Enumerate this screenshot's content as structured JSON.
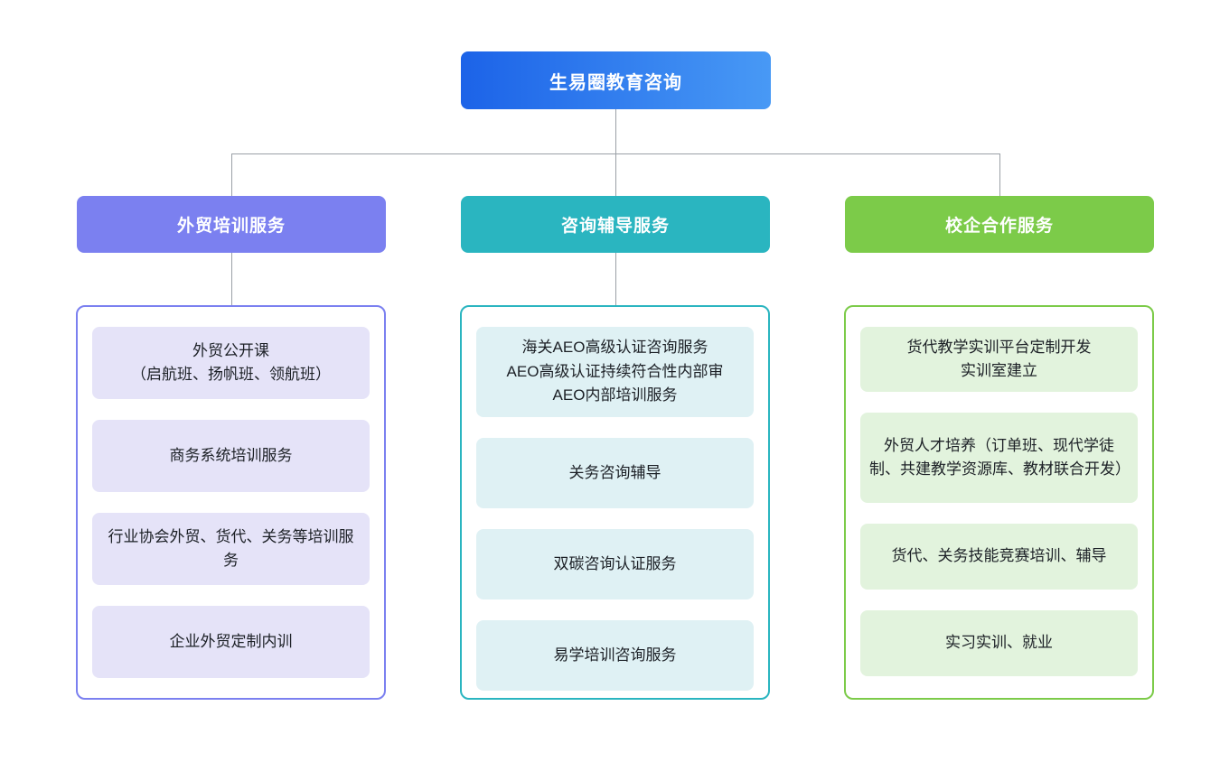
{
  "root": {
    "label": "生易圈教育咨询",
    "color_left": "#1c63e8",
    "color_right": "#4899f5"
  },
  "connectors": {
    "color": "#9aa0a6"
  },
  "branches": [
    {
      "label": "外贸培训服务",
      "color": "#7b80f0",
      "item_bg": "#e5e3f8",
      "items": [
        "外贸公开课\n（启航班、扬帆班、领航班）",
        "商务系统培训服务",
        "行业协会外贸、货代、关务等培训服务",
        "企业外贸定制内训"
      ]
    },
    {
      "label": "咨询辅导服务",
      "color": "#2ab5c0",
      "item_bg": "#dff1f4",
      "items": [
        "海关AEO高级认证咨询服务\nAEO高级认证持续符合性内部审\nAEO内部培训服务",
        "关务咨询辅导",
        "双碳咨询认证服务",
        "易学培训咨询服务"
      ]
    },
    {
      "label": "校企合作服务",
      "color": "#7ccb49",
      "item_bg": "#e2f3dd",
      "items": [
        "货代教学实训平台定制开发\n实训室建立",
        "外贸人才培养（订单班、现代学徒制、共建教学资源库、教材联合开发）",
        "货代、关务技能竞赛培训、辅导",
        "实习实训、就业"
      ]
    }
  ]
}
